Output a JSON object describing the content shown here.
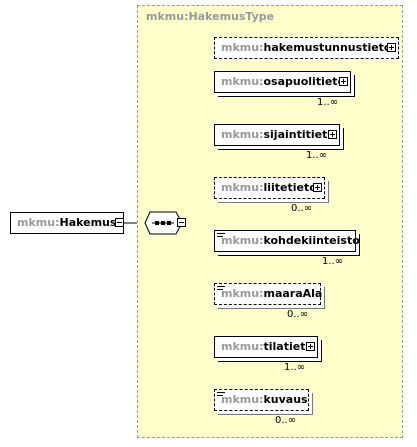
{
  "diagram": {
    "type_name": "mkmu:HakemusType",
    "root": {
      "prefix": "mkmu:",
      "name": "Hakemus"
    },
    "compositor": "sequence",
    "children": [
      {
        "prefix": "mkmu:",
        "name": "hakemustunnustieto",
        "optional": true,
        "multiple": false,
        "cardinality": "",
        "expandable": true,
        "documented": false
      },
      {
        "prefix": "mkmu:",
        "name": "osapuolitieto",
        "optional": false,
        "multiple": true,
        "cardinality": "1..∞",
        "expandable": true,
        "documented": false
      },
      {
        "prefix": "mkmu:",
        "name": "sijaintitieto",
        "optional": false,
        "multiple": true,
        "cardinality": "1..∞",
        "expandable": true,
        "documented": false
      },
      {
        "prefix": "mkmu:",
        "name": "liitetieto",
        "optional": true,
        "multiple": true,
        "cardinality": "0..∞",
        "expandable": true,
        "documented": false
      },
      {
        "prefix": "mkmu:",
        "name": "kohdekiinteisto",
        "optional": false,
        "multiple": true,
        "cardinality": "1..∞",
        "expandable": false,
        "documented": true
      },
      {
        "prefix": "mkmu:",
        "name": "maaraAla",
        "optional": true,
        "multiple": true,
        "cardinality": "0..∞",
        "expandable": false,
        "documented": true
      },
      {
        "prefix": "mkmu:",
        "name": "tilatieto",
        "optional": false,
        "multiple": true,
        "cardinality": "1..∞",
        "expandable": true,
        "documented": false
      },
      {
        "prefix": "mkmu:",
        "name": "kuvaus",
        "optional": true,
        "multiple": true,
        "cardinality": "0..∞",
        "expandable": false,
        "documented": true
      }
    ]
  }
}
